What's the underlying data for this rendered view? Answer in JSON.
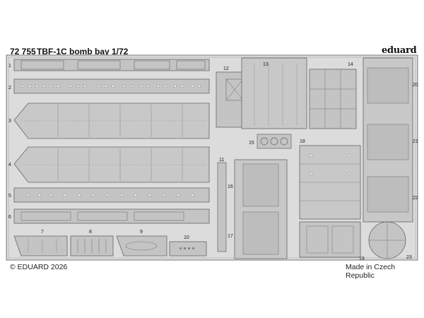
{
  "header": {
    "code": "72 755",
    "title": "TBF-1C bomb bay 1/72",
    "brand": "eduard"
  },
  "footer": {
    "copyright": "© EDUARD 2026",
    "origin": "Made in Czech Republic"
  },
  "part_numbers": [
    "1",
    "2",
    "3",
    "4",
    "5",
    "6",
    "7",
    "8",
    "9",
    "10",
    "11",
    "12",
    "13",
    "14",
    "15",
    "16",
    "17",
    "18",
    "19",
    "20",
    "21",
    "22",
    "23"
  ],
  "colors": {
    "sheet": "#d8d8d8",
    "part": "#bfbfbf",
    "line": "#6b6b6b",
    "rivet": "#555555",
    "background": "#ffffff"
  }
}
